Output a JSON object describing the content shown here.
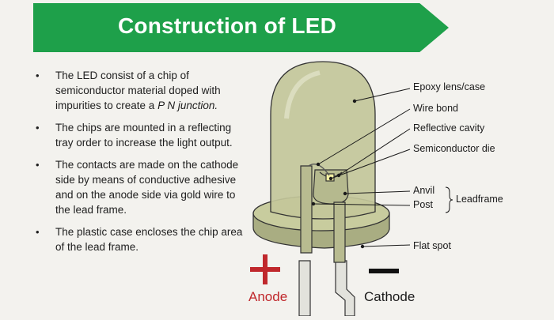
{
  "header": {
    "title": "Construction of LED"
  },
  "bullets": [
    {
      "text": "The LED consist of a chip of semiconductor material doped with impurities to create a ",
      "emph": "P N junction."
    },
    {
      "text": "The chips are mounted in a reflecting tray order to increase the light output."
    },
    {
      "text": "The contacts are made on the cathode side by means of conductive adhesive and on the anode side via gold wire to the lead frame."
    },
    {
      "text": "The plastic case encloses the chip area of the lead frame."
    }
  ],
  "labels": {
    "epoxy": "Epoxy lens/case",
    "wire_bond": "Wire bond",
    "reflective": "Reflective cavity",
    "die": "Semiconductor die",
    "anvil": "Anvil",
    "post": "Post",
    "leadframe": "Leadframe",
    "flat_spot": "Flat spot",
    "anode": "Anode",
    "cathode": "Cathode"
  },
  "colors": {
    "banner": "#1ea04a",
    "led_body": "#c3c79a",
    "anode_red": "#c0282c"
  }
}
